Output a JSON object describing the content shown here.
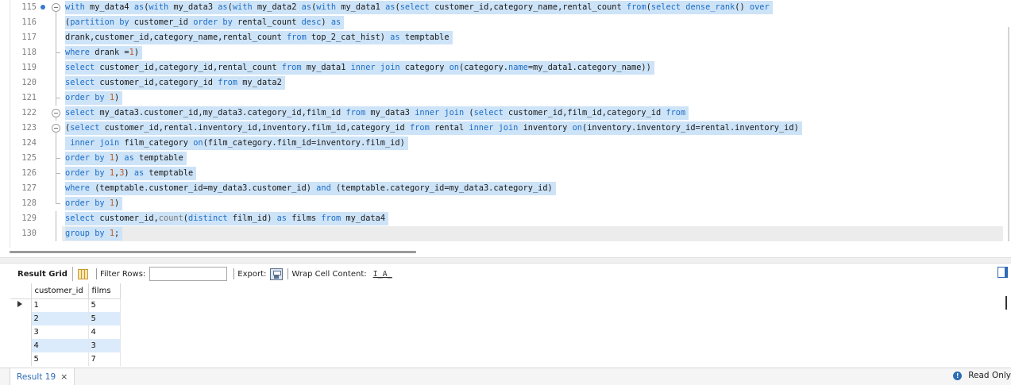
{
  "editor": {
    "current_line": 130,
    "lines": [
      {
        "n": 115,
        "html": "<span class=\"kw\">with</span> my_data4 <span class=\"kw\">as</span>(<span class=\"kw\">with</span> my_data3 <span class=\"kw\">as</span>(<span class=\"kw\">with</span> my_data2 <span class=\"kw\">as</span>(<span class=\"kw\">with</span> my_data1 <span class=\"kw\">as</span>(<span class=\"kw\">select</span> customer_id,category_name,rental_count <span class=\"kw\">from</span>(<span class=\"kw\">select</span> <span class=\"kw\">dense_rank</span>() <span class=\"kw\">over</span>",
        "text": "with my_data4 as(with my_data3 as(with my_data2 as(with my_data1 as(select customer_id,category_name,rental_count from(select dense_rank() over"
      },
      {
        "n": 116,
        "html": "(<span class=\"kw\">partition by</span> customer_id <span class=\"kw\">order by</span> rental_count <span class=\"kw\">desc</span>) <span class=\"kw\">as</span>",
        "text": "(partition by customer_id order by rental_count desc) as"
      },
      {
        "n": 117,
        "html": "drank,customer_id,category_name,rental_count <span class=\"kw\">from</span> top_2_cat_hist) <span class=\"kw\">as</span> temptable",
        "text": "drank,customer_id,category_name,rental_count from top_2_cat_hist) as temptable"
      },
      {
        "n": 118,
        "html": "<span class=\"kw\">where</span> drank =<span class=\"num\">1</span>)",
        "text": "where drank =1)"
      },
      {
        "n": 119,
        "html": "<span class=\"kw\">select</span> customer_id,category_id,rental_count <span class=\"kw\">from</span> my_data1 <span class=\"kw\">inner join</span> category <span class=\"kw\">on</span>(category.<span class=\"kw\">name</span>=my_data1.category_name))",
        "text": "select customer_id,category_id,rental_count from my_data1 inner join category on(category.name=my_data1.category_name))"
      },
      {
        "n": 120,
        "html": "<span class=\"kw\">select</span> customer_id,category_id <span class=\"kw\">from</span> my_data2",
        "text": "select customer_id,category_id from my_data2"
      },
      {
        "n": 121,
        "html": "<span class=\"kw\">order by</span> <span class=\"num\">1</span>)",
        "text": "order by 1)"
      },
      {
        "n": 122,
        "html": "<span class=\"kw\">select</span> my_data3.customer_id,my_data3.category_id,film_id <span class=\"kw\">from</span> my_data3 <span class=\"kw\">inner join</span> (<span class=\"kw\">select</span> customer_id,film_id,category_id <span class=\"kw\">from</span>",
        "text": "select my_data3.customer_id,my_data3.category_id,film_id from my_data3 inner join (select customer_id,film_id,category_id from"
      },
      {
        "n": 123,
        "html": "(<span class=\"kw\">select</span> customer_id,rental.inventory_id,inventory.film_id,category_id <span class=\"kw\">from</span> rental <span class=\"kw\">inner join</span> inventory <span class=\"kw\">on</span>(inventory.inventory_id=rental.inventory_id)",
        "text": "(select customer_id,rental.inventory_id,inventory.film_id,category_id from rental inner join inventory on(inventory.inventory_id=rental.inventory_id)"
      },
      {
        "n": 124,
        "html": " <span class=\"kw\">inner join</span> film_category <span class=\"kw\">on</span>(film_category.film_id=inventory.film_id)",
        "text": " inner join film_category on(film_category.film_id=inventory.film_id)"
      },
      {
        "n": 125,
        "html": "<span class=\"kw\">order by</span> <span class=\"num\">1</span>) <span class=\"kw\">as</span> temptable",
        "text": "order by 1) as temptable"
      },
      {
        "n": 126,
        "html": "<span class=\"kw\">order by</span> <span class=\"num\">1</span>,<span class=\"num\">3</span>) <span class=\"kw\">as</span> temptable",
        "text": "order by 1,3) as temptable"
      },
      {
        "n": 127,
        "html": "<span class=\"kw\">where</span> (temptable.customer_id=my_data3.customer_id) <span class=\"kw\">and</span> (temptable.category_id=my_data3.category_id)",
        "text": "where (temptable.customer_id=my_data3.customer_id) and (temptable.category_id=my_data3.category_id)"
      },
      {
        "n": 128,
        "html": "<span class=\"kw\">order by</span> <span class=\"num\">1</span>)",
        "text": "order by 1)"
      },
      {
        "n": 129,
        "html": "<span class=\"kw\">select</span> customer_id,<span class=\"fn\">count</span>(<span class=\"kw\">distinct</span> film_id) <span class=\"kw\">as</span> films <span class=\"kw\">from</span> my_data4",
        "text": "select customer_id,count(distinct film_id) as films from my_data4"
      },
      {
        "n": 130,
        "html": "<span class=\"kw\">group by</span> <span class=\"num\">1</span>;",
        "text": "group by 1;"
      }
    ]
  },
  "results_toolbar": {
    "result_grid_label": "Result Grid",
    "filter_rows_label": "Filter Rows:",
    "filter_rows_value": "",
    "export_label": "Export:",
    "wrap_cell_label": "Wrap Cell Content:",
    "wrap_icon": "I̲A̲"
  },
  "grid": {
    "columns": [
      "customer_id",
      "films"
    ],
    "rows": [
      [
        "1",
        "5"
      ],
      [
        "2",
        "5"
      ],
      [
        "3",
        "4"
      ],
      [
        "4",
        "3"
      ],
      [
        "5",
        "7"
      ]
    ]
  },
  "bottom": {
    "result_tab_label": "Result 19",
    "close_glyph": "×",
    "status_label": "Read Only",
    "info_glyph": "!"
  }
}
